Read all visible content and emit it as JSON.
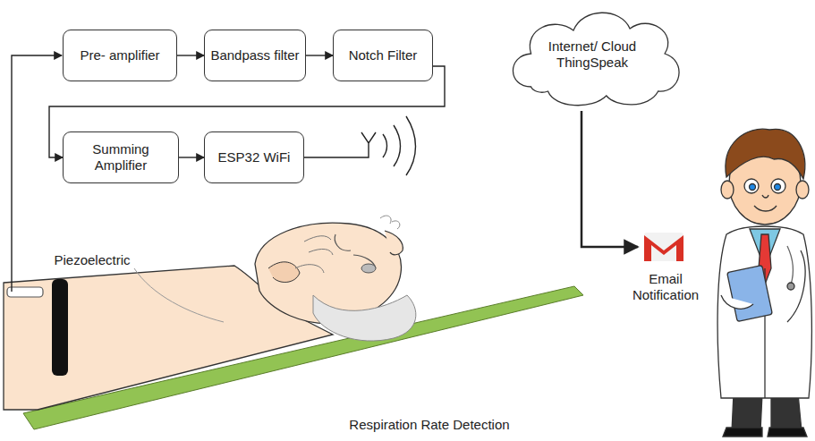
{
  "diagram": {
    "nodes": [
      {
        "text": [
          "Pre- amplifier"
        ]
      },
      {
        "text": [
          "Bandpass filter"
        ]
      },
      {
        "text": [
          "Notch Filter"
        ]
      },
      {
        "text": [
          "Summing Amplifier"
        ]
      },
      {
        "text": [
          "ESP32 WiFi"
        ]
      },
      {
        "text": [
          "Internet/ Cloud ThingSpeak"
        ]
      }
    ],
    "edges": [
      {
        "from": 0,
        "to": 1,
        "arrow": "to"
      },
      {
        "from": 1,
        "to": 2,
        "arrow": "to"
      },
      {
        "from": 2,
        "to": 3,
        "arrow": "to"
      },
      {
        "from": 3,
        "to": 4,
        "arrow": "to"
      }
    ],
    "labels": [
      "Piezoelectric",
      "Email Notification",
      "Respiration Rate Detection"
    ]
  }
}
